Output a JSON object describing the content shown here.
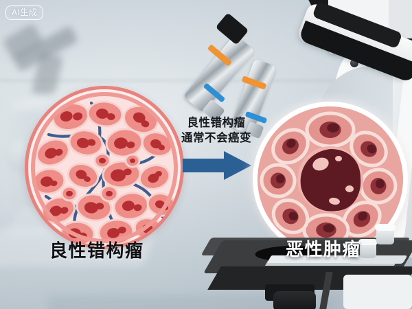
{
  "illustration": {
    "watermark": "AI生成",
    "center_caption_line1": "良性错构瘤",
    "center_caption_line2": "通常不会癌变",
    "left_label": "良性错构瘤",
    "right_label": "恶性肿瘤",
    "arrow_direction": "right",
    "colors": {
      "arrow": "#2b6094",
      "background": "#d7dfe4",
      "benign_cell_fill": "#ef8d88",
      "benign_nucleus": "#b52f32",
      "benign_vessel": "#3b5d8f",
      "benign_rim": "#e8827e",
      "malignant_tissue": "#e9a6a1",
      "malignant_mass": "#5e1a22",
      "malignant_outline": "#ffffff",
      "objective_band_orange": "#f09433",
      "objective_band_blue": "#2f8fd4",
      "stage_dark": "#232426",
      "label_dark": "#0f1114",
      "label_light": "#ffffff"
    },
    "scene_items": [
      "microscope",
      "objective-lens-orange",
      "objective-lens-blue",
      "microscope-stage",
      "slide-clip",
      "benign-tissue-circle",
      "malignant-tissue-circle",
      "transition-arrow",
      "background-microscope"
    ]
  },
  "chart_data": {
    "type": "diagram",
    "title": "良性错构瘤 通常不会癌变",
    "nodes": [
      {
        "id": "benign",
        "label": "良性错构瘤",
        "cells": 22,
        "nucleus_per_cell": "1-3",
        "vessels": true
      },
      {
        "id": "malignant",
        "label": "恶性肿瘤",
        "cells": 9,
        "central_mass": true
      }
    ],
    "edges": [
      {
        "from": "benign",
        "to": "malignant",
        "label": "良性错构瘤通常不会癌变",
        "style": "blue-block-arrow"
      }
    ]
  }
}
